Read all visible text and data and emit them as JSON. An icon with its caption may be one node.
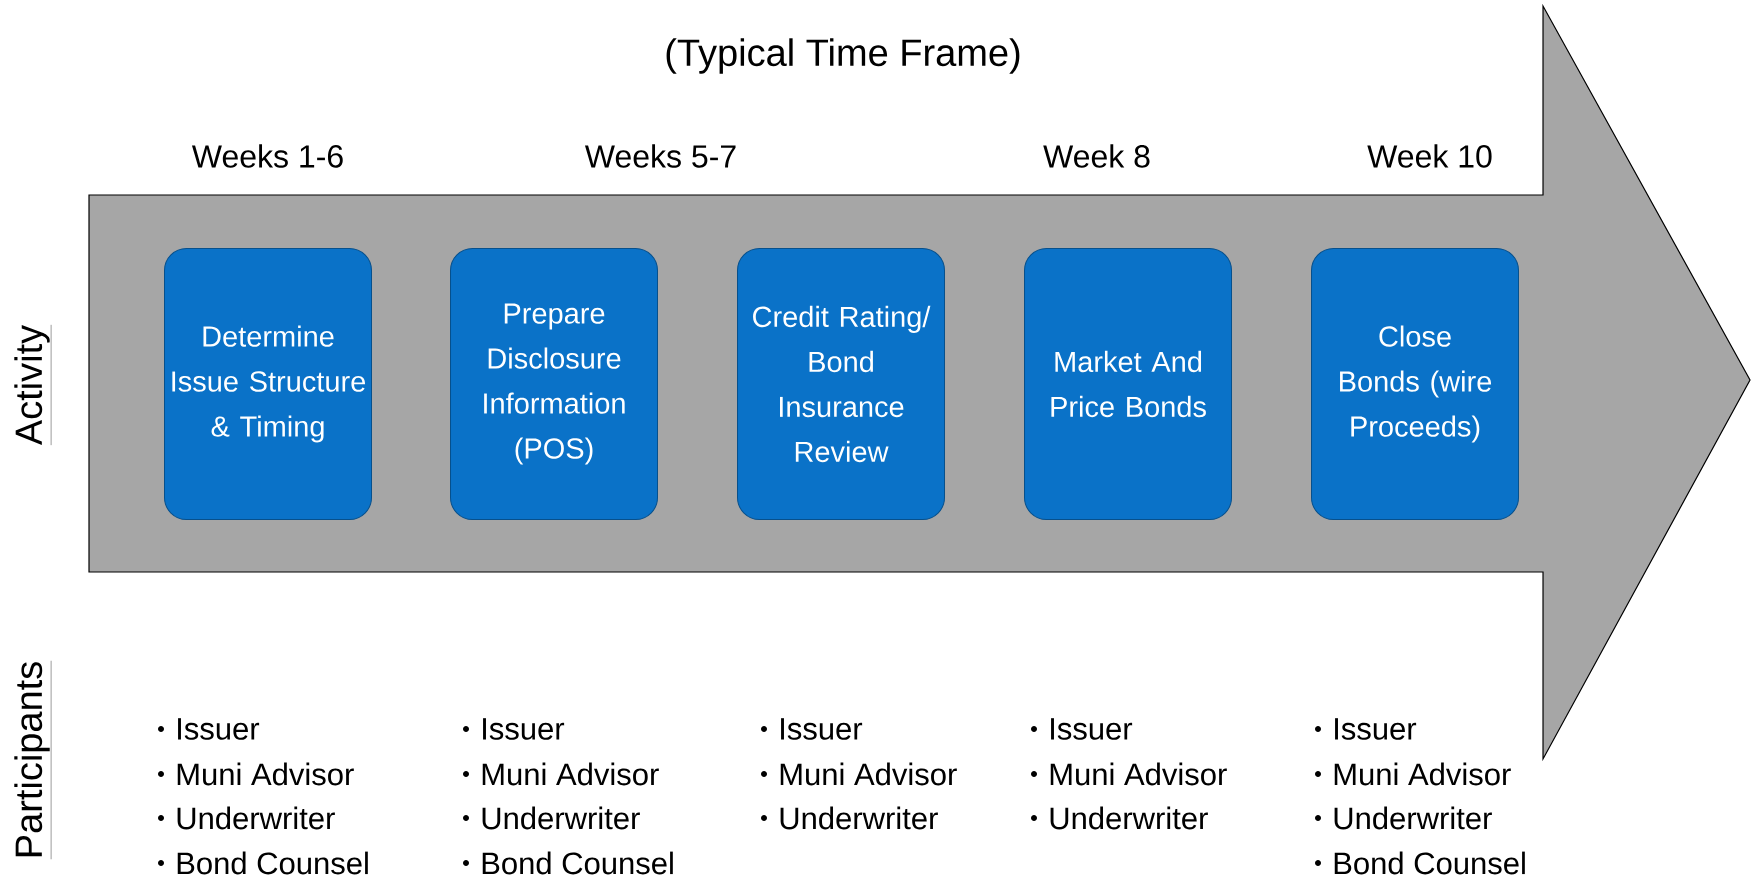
{
  "diagram": {
    "nodes": [
      {
        "text": [
          "Determine Issue Structure & Timing"
        ]
      },
      {
        "text": [
          "Prepare Disclosure Information (POS)"
        ]
      },
      {
        "text": [
          "Credit Rating/ Bond Insurance Review"
        ]
      },
      {
        "text": [
          "Market And Price Bonds"
        ]
      },
      {
        "text": [
          "Close Bonds (wire Proceeds)"
        ]
      }
    ],
    "labels": [
      "(Typical Time Frame)",
      "Weeks 1-6",
      "Weeks 5-7",
      "Week 8",
      "Week 10",
      "Activity",
      "Participants",
      "Issuer",
      "Muni Advisor",
      "Underwriter",
      "Bond Counsel",
      "Issuer",
      "Muni Advisor",
      "Underwriter",
      "Bond Counsel",
      "Issuer",
      "Muni Advisor",
      "Underwriter",
      "Issuer",
      "Muni Advisor",
      "Underwriter",
      "Issuer",
      "Muni Advisor",
      "Underwriter",
      "Bond Counsel"
    ]
  }
}
